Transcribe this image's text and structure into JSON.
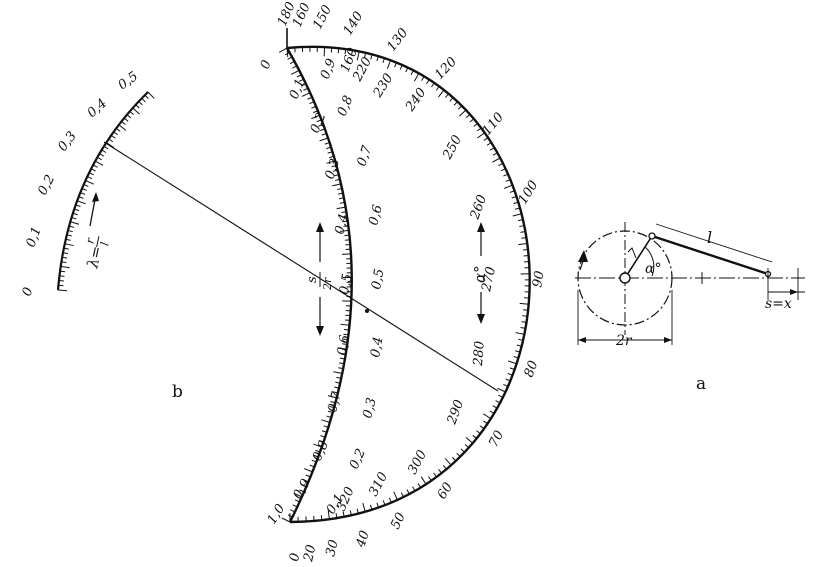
{
  "figure_labels": {
    "b": "b",
    "a": "a"
  },
  "lambda_scale": {
    "symbol": "λ=",
    "numerator": "r",
    "denominator": "l",
    "tick_labels": [
      "0",
      "0,1",
      "0,2",
      "0,3",
      "0,4",
      "0,5"
    ]
  },
  "s_over_2r_scale": {
    "symbol": "s",
    "denominator": "2r",
    "left_labels": [
      "0",
      "0,1",
      "0,2",
      "0,3",
      "0,4",
      "0,5",
      "0,6",
      "0,7",
      "0,8",
      "0,9",
      "1,0"
    ],
    "right_labels": [
      "0,9",
      "0,8",
      "0,7",
      "0,6",
      "0,5",
      "0,4",
      "0,3",
      "0,2",
      "0,1"
    ]
  },
  "alpha_scale": {
    "symbol": "α°",
    "inner_labels": [
      "180",
      "160",
      "150",
      "140",
      "130",
      "120",
      "110",
      "100",
      "90",
      "80",
      "70",
      "60",
      "50",
      "40",
      "30",
      "20",
      "0"
    ],
    "outer_labels": [
      "160",
      "220",
      "230",
      "240",
      "250",
      "260",
      "270",
      "280",
      "290",
      "300",
      "310",
      "320"
    ]
  },
  "mechanism": {
    "alpha_label": "α°",
    "l_label": "l",
    "two_r_label": "2r",
    "s_label": "s=x"
  }
}
